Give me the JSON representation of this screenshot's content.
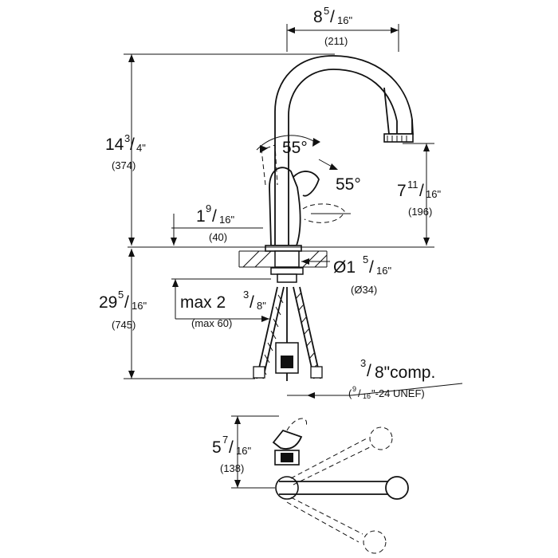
{
  "colors": {
    "ink": "#111111",
    "background": "#ffffff"
  },
  "dimensions": {
    "top_width": {
      "whole": "8",
      "num": "5",
      "den": "16\"",
      "mm": "(211)"
    },
    "total_height": {
      "whole": "14",
      "num": "3",
      "den": "4\"",
      "mm": "(374)"
    },
    "handle_angle_left": "55°",
    "handle_angle_right": "55°",
    "spout_height": {
      "whole": "7",
      "num": "11",
      "den": "16\"",
      "mm": "(196)"
    },
    "lever_clearance": {
      "whole": "1",
      "num": "9",
      "den": "16\"",
      "mm": "(40)"
    },
    "hole_diameter": {
      "prefix": "Ø1",
      "num": "5",
      "den": "16\"",
      "mm": "(Ø34)"
    },
    "deck_thickness": {
      "prefix": "max 2",
      "num": "3",
      "den": "8\"",
      "mm": "(max 60)"
    },
    "hose_length": {
      "whole": "29",
      "num": "5",
      "den": "16\"",
      "mm": "(745)"
    },
    "connection": {
      "num": "3",
      "den": "8\"comp.",
      "thread_open": "(",
      "thread_num": "9",
      "thread_den": "16",
      "thread_rest": "\"-24 UNEF)"
    },
    "top_view_depth": {
      "whole": "5",
      "num": "7",
      "den": "16\"",
      "mm": "(138)"
    }
  }
}
